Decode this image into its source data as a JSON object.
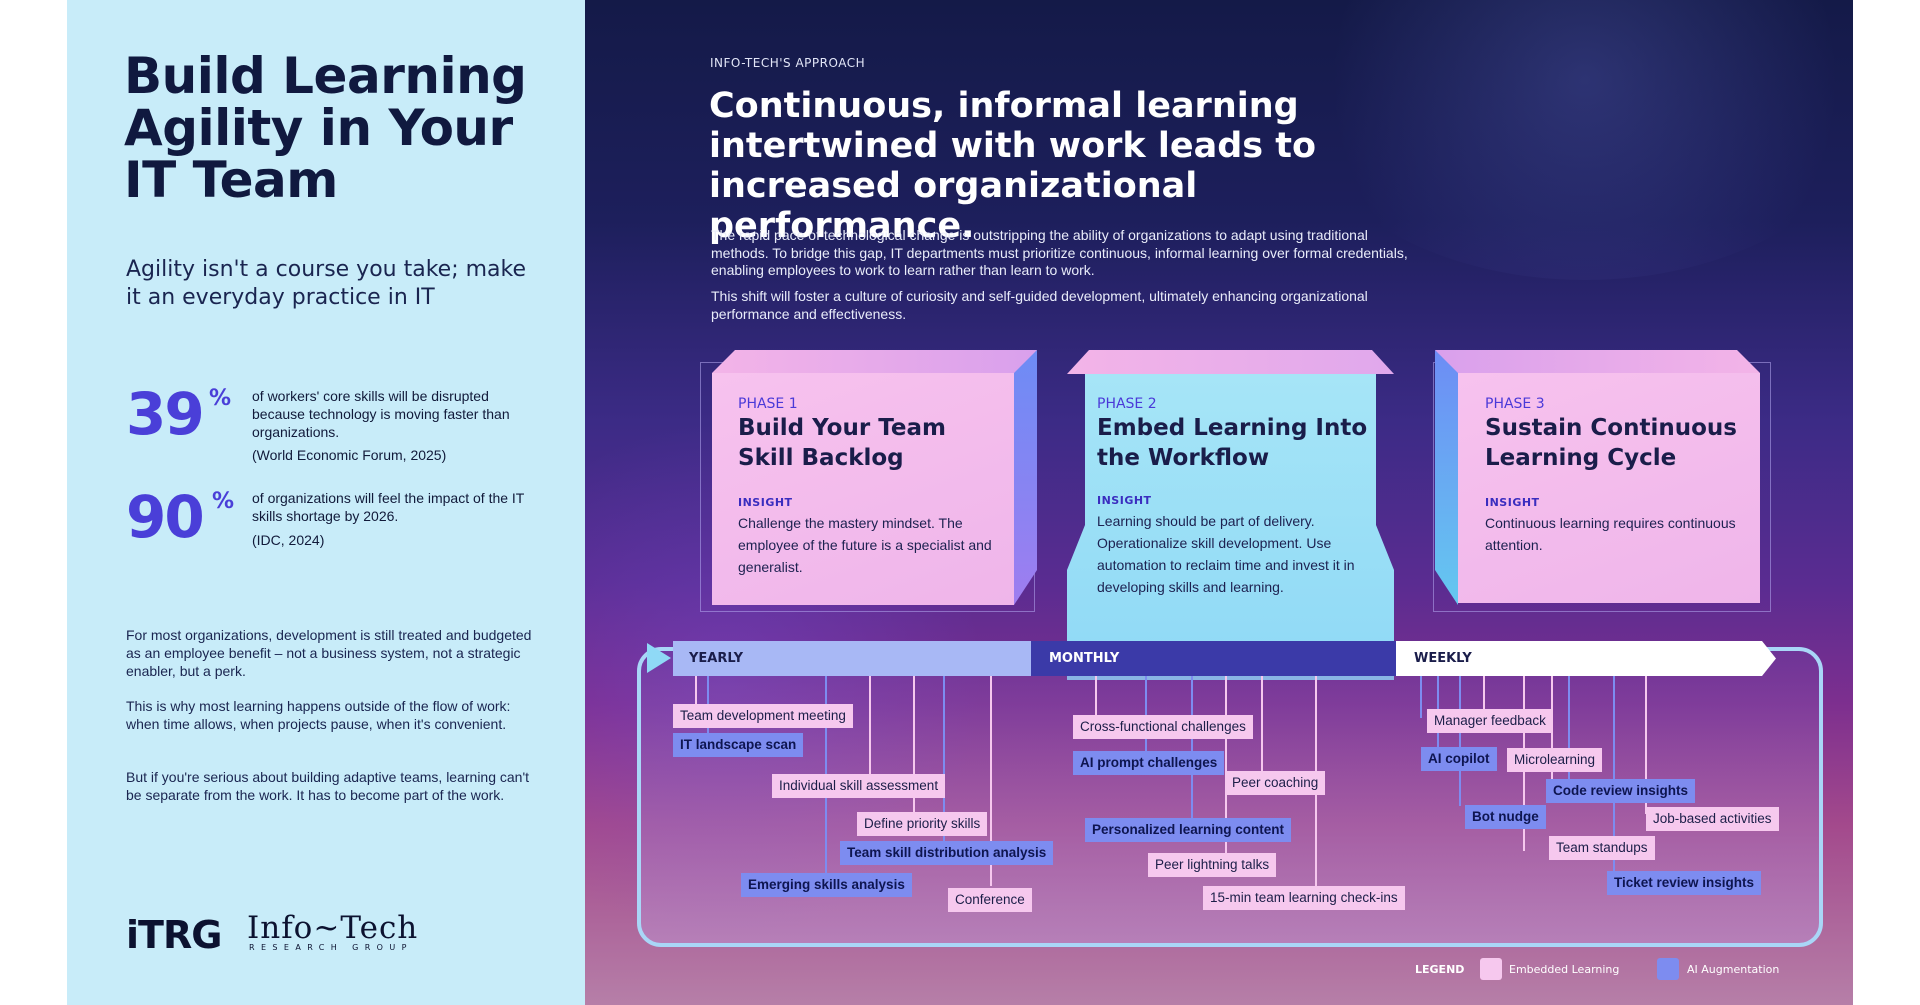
{
  "left": {
    "title": "Build Learning Agility in Your IT Team",
    "subtitle": "Agility isn't a course you take; make it an everyday practice in IT",
    "stats": [
      {
        "value": "39",
        "unit": "%",
        "text": "of workers' core skills will be disrupted because technology is moving faster than organizations.",
        "source": "(World Economic Forum, 2025)"
      },
      {
        "value": "90",
        "unit": "%",
        "text": "of organizations will feel the impact of the IT skills shortage by 2026.",
        "source": "(IDC, 2024)"
      }
    ],
    "paragraphs": [
      "For most organizations, development is still treated and budgeted as an employee benefit – not a business system, not a strategic enabler, but a perk.",
      "This is why most learning happens outside of the flow of work: when time allows, when projects pause, when it's convenient.",
      "But if you're serious about building adaptive teams, learning can't be separate from the work. It has to become part of the work."
    ],
    "logo_itrg": "iTRG",
    "logo_infotech": "Info~Tech",
    "logo_sub": "RESEARCH GROUP"
  },
  "right": {
    "eyebrow": "INFO-TECH'S APPROACH",
    "headline": "Continuous, informal learning intertwined with work leads to increased organizational performance.",
    "intro": [
      "The rapid pace of technological change is outstripping the ability of organizations to adapt using traditional methods. To bridge this gap, IT departments must prioritize continuous, informal learning over formal credentials, enabling employees to work to learn rather than learn to work.",
      "This shift will foster a culture of curiosity and self-guided development, ultimately enhancing organizational performance and effectiveness."
    ],
    "phases": [
      {
        "label": "PHASE 1",
        "title": "Build Your Team Skill Backlog",
        "insight_label": "INSIGHT",
        "insight": "Challenge the mastery mindset. The employee of the future is a specialist and generalist."
      },
      {
        "label": "PHASE 2",
        "title": "Embed Learning Into the Workflow",
        "insight_label": "INSIGHT",
        "insight": "Learning should be part of delivery. Operationalize skill development. Use automation to reclaim time and invest it in developing skills and learning."
      },
      {
        "label": "PHASE 3",
        "title": "Sustain Continuous Learning Cycle",
        "insight_label": "INSIGHT",
        "insight": "Continuous learning requires continuous attention."
      }
    ],
    "cadence": [
      "YEARLY",
      "MONTHLY",
      "WEEKLY"
    ],
    "tags": [
      {
        "text": "Team development meeting",
        "kind": "emb"
      },
      {
        "text": "IT landscape scan",
        "kind": "ai"
      },
      {
        "text": "Individual skill assessment",
        "kind": "emb"
      },
      {
        "text": "Define priority skills",
        "kind": "emb"
      },
      {
        "text": "Team skill distribution analysis",
        "kind": "ai"
      },
      {
        "text": "Emerging skills analysis",
        "kind": "ai"
      },
      {
        "text": "Conference",
        "kind": "emb"
      },
      {
        "text": "Cross-functional challenges",
        "kind": "emb"
      },
      {
        "text": "AI prompt challenges",
        "kind": "ai"
      },
      {
        "text": "Peer coaching",
        "kind": "emb"
      },
      {
        "text": "Personalized learning content",
        "kind": "ai"
      },
      {
        "text": "Peer lightning talks",
        "kind": "emb"
      },
      {
        "text": "15-min team learning check-ins",
        "kind": "emb"
      },
      {
        "text": "Manager feedback",
        "kind": "emb"
      },
      {
        "text": "AI copilot",
        "kind": "ai"
      },
      {
        "text": "Microlearning",
        "kind": "emb"
      },
      {
        "text": "Code review insights",
        "kind": "ai"
      },
      {
        "text": "Bot nudge",
        "kind": "ai"
      },
      {
        "text": "Job-based activities",
        "kind": "emb"
      },
      {
        "text": "Team standups",
        "kind": "emb"
      },
      {
        "text": "Ticket review insights",
        "kind": "ai"
      }
    ],
    "legend": {
      "title": "LEGEND",
      "embedded": "Embedded Learning",
      "ai": "AI Augmentation"
    }
  },
  "colors": {
    "embedded": "#f6c8ee",
    "ai": "#7d8cf0",
    "accent": "#4a3fd8",
    "panel": "#c8ecf9"
  }
}
